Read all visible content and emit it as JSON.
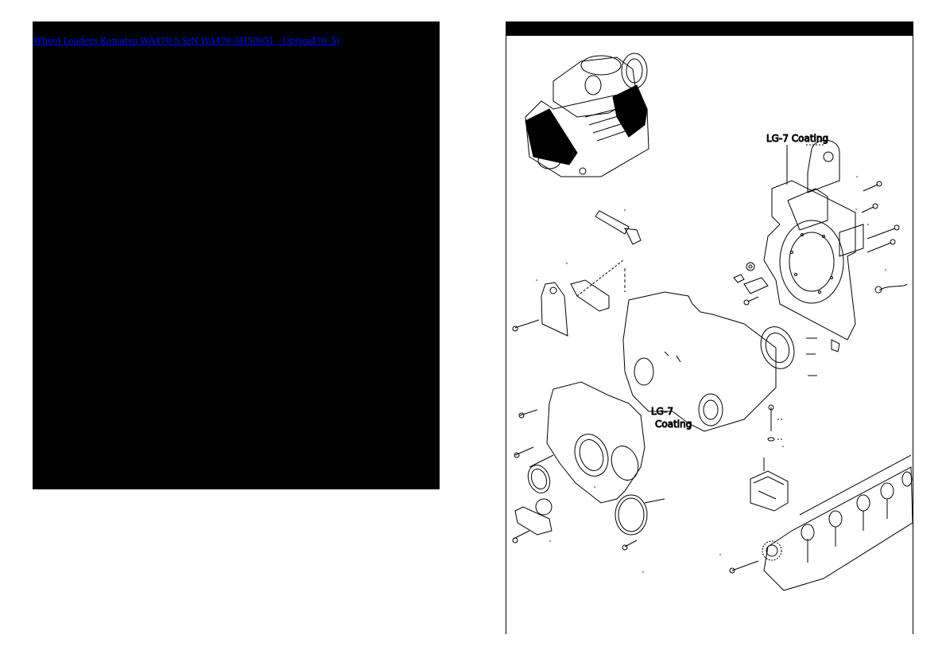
{
  "document": {
    "title_link": "Wheel Loaders Komatsu WA470-5 S/N WA470-5H50051 - Up(wa470_5)",
    "link_color": "#0000ff"
  },
  "diagram": {
    "name": "exploded-engine-parts-diagram",
    "annotations": [
      {
        "id": "lg7-coating-top",
        "text": "LG-7 Coating"
      },
      {
        "id": "lg7-coating-mid-line1",
        "text": "LG-7"
      },
      {
        "id": "lg7-coating-mid-line2",
        "text": "Coating"
      }
    ],
    "colors": {
      "line": "#000000",
      "background": "#ffffff",
      "header": "#000000",
      "callout_dot": "#0000ff"
    }
  }
}
